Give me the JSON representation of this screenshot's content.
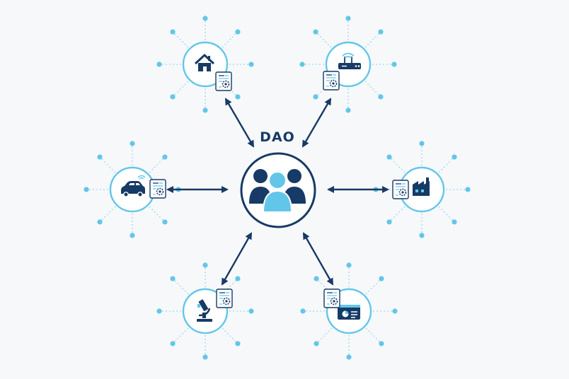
{
  "center": {
    "label": "DAO",
    "icon": "group-of-people-icon"
  },
  "colors": {
    "navy": "#173a66",
    "accent": "#62c6ea",
    "light_accent": "#a9dff3",
    "background": "#f7f8fa"
  },
  "nodes": [
    {
      "id": "home",
      "icon": "house-icon",
      "badge": "smart-contract-document-icon"
    },
    {
      "id": "router",
      "icon": "wifi-router-icon",
      "badge": "smart-contract-document-icon"
    },
    {
      "id": "car",
      "icon": "connected-car-icon",
      "badge": "smart-contract-document-icon"
    },
    {
      "id": "factory",
      "icon": "factory-icon",
      "badge": "smart-contract-document-icon"
    },
    {
      "id": "lab",
      "icon": "microscope-icon",
      "badge": "smart-contract-document-icon"
    },
    {
      "id": "dashboard",
      "icon": "dashboard-screen-icon",
      "badge": "smart-contract-document-icon"
    }
  ],
  "connections": "bidirectional"
}
